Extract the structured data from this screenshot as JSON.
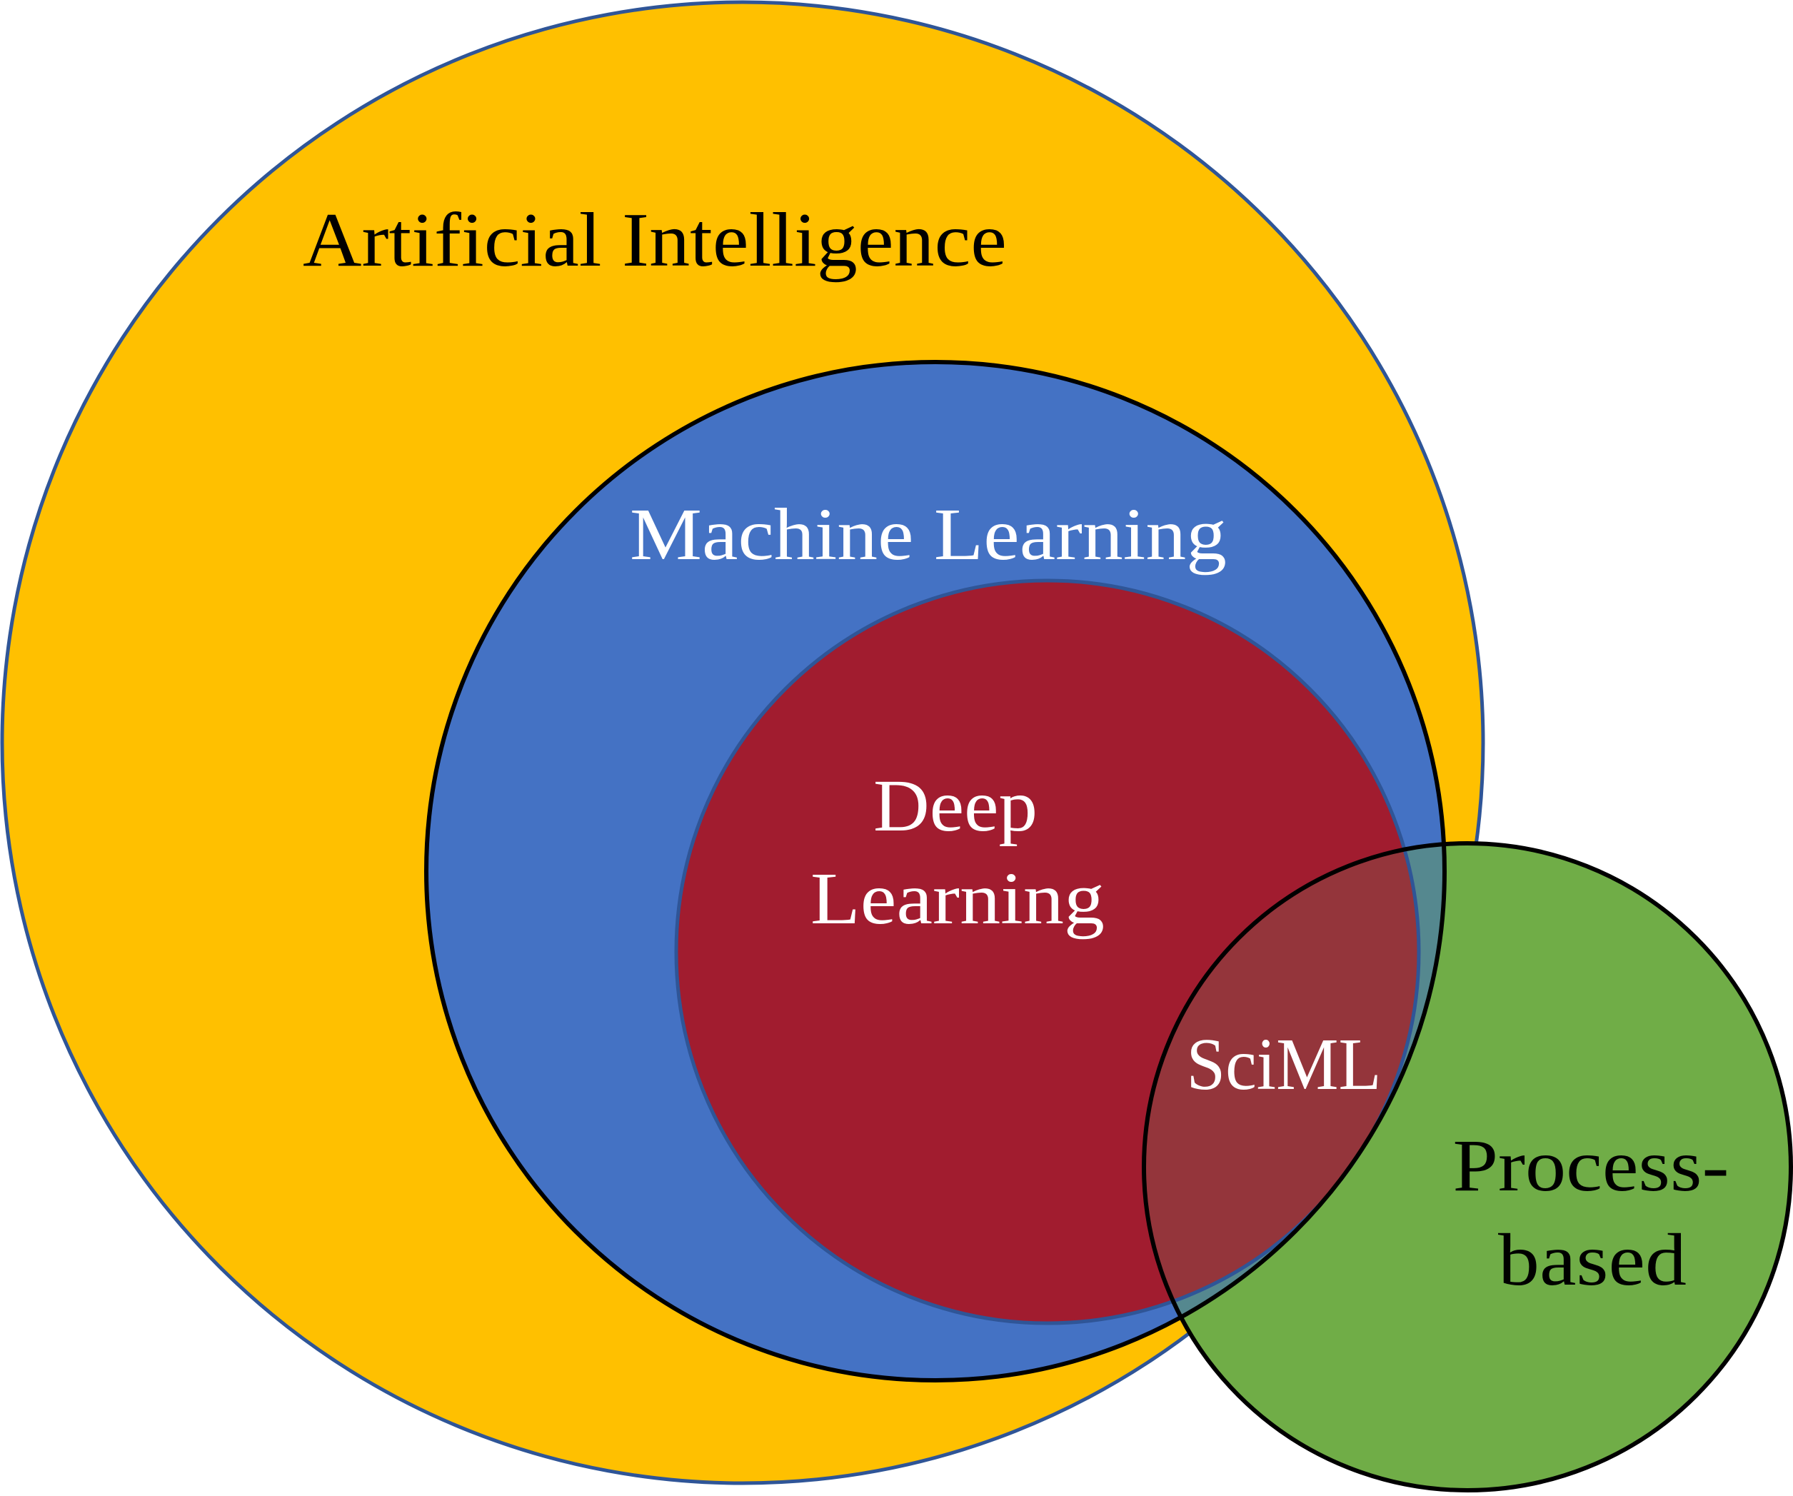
{
  "diagram": {
    "type": "venn",
    "title": "",
    "sets": [
      {
        "id": "ai",
        "label": "Artificial Intelligence",
        "fill": "#FFC000",
        "stroke": "#2F5597",
        "text_color": "#000000",
        "contains": [
          "ml"
        ]
      },
      {
        "id": "ml",
        "label": "Machine Learning",
        "fill": "#4472C4",
        "stroke": "#000000",
        "text_color": "#FFFFFF",
        "contains": [
          "dl"
        ]
      },
      {
        "id": "dl",
        "label_lines": [
          "Deep",
          "Learning"
        ],
        "fill": "#A11C2F",
        "stroke": "#2F5597",
        "text_color": "#FFFFFF"
      },
      {
        "id": "pb",
        "label_lines": [
          "Process-",
          "based"
        ],
        "fill": "#70AD47",
        "stroke": "#000000",
        "text_color": "#000000"
      }
    ],
    "intersections": [
      {
        "sets": [
          "dl",
          "pb"
        ],
        "label": "SciML",
        "fill": "#94353B",
        "text_color": "#FFFFFF"
      },
      {
        "sets": [
          "ml",
          "pb"
        ],
        "label": "",
        "fill": "#55888F"
      }
    ]
  },
  "labels": {
    "ai": "Artificial Intelligence",
    "ml": "Machine Learning",
    "dl_line1": "Deep",
    "dl_line2": "Learning",
    "sciml": "SciML",
    "pb_line1": "Process-",
    "pb_line2": "based"
  },
  "colors": {
    "ai_fill": "#FFC000",
    "ml_fill": "#4472C4",
    "dl_fill": "#A11C2F",
    "pb_fill": "#70AD47",
    "ml_pb_overlap": "#55888F",
    "dl_pb_overlap": "#94353B",
    "blue_edge": "#2F5597",
    "black_edge": "#000000"
  }
}
